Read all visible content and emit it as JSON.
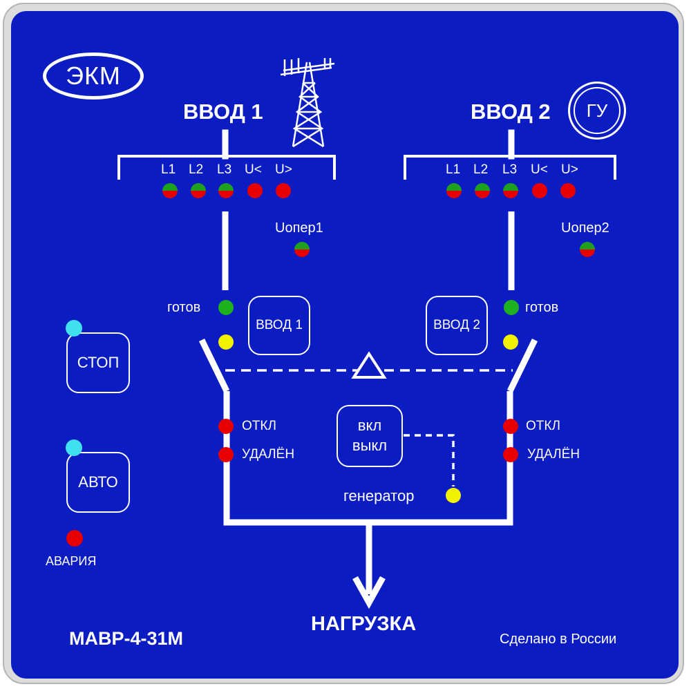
{
  "brand": {
    "logo_text": "ЭКМ"
  },
  "input1": {
    "title": "ВВОД 1",
    "uoper_label": "Uопер1",
    "ready_label": "готов",
    "button_label": "ВВОД 1",
    "off_label": "ОТКЛ",
    "remote_label": "УДАЛЁН"
  },
  "input2": {
    "title": "ВВОД 2",
    "badge": "ГУ",
    "uoper_label": "Uопер2",
    "ready_label": "готов",
    "button_label": "ВВОД 2",
    "off_label": "ОТКЛ",
    "remote_label": "УДАЛЁН"
  },
  "phases": [
    "L1",
    "L2",
    "L3",
    "U<",
    "U>"
  ],
  "controls": {
    "stop_label": "СТОП",
    "auto_label": "АВТО",
    "alarm_label": "АВАРИЯ"
  },
  "generator": {
    "on_label": "вкл",
    "off_label": "выкл",
    "label": "генератор"
  },
  "load_label": "НАГРУЗКА",
  "model": "МАВР-4-31М",
  "made_in": "Сделано в России",
  "colors": {
    "panel": "#0b1cc2",
    "led_red": "#e80000",
    "led_green": "#1fb01f",
    "led_yellow": "#f2f200",
    "led_cyan": "#40e0f0"
  }
}
